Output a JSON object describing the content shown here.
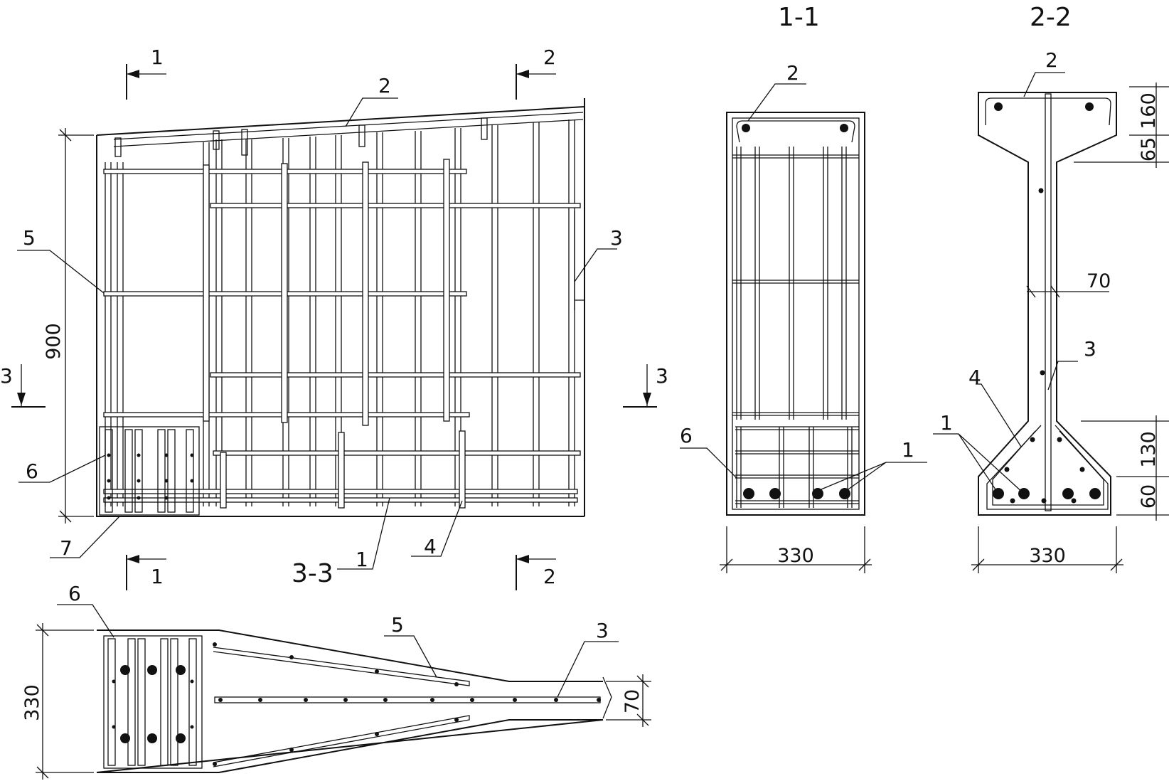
{
  "views": {
    "section_1_1": {
      "title": "1-1",
      "width_dim": "330"
    },
    "section_2_2": {
      "title": "2-2",
      "width_dim": "330",
      "dims": [
        "160",
        "65",
        "70",
        "130",
        "60"
      ]
    },
    "section_3_3": {
      "title": "3-3",
      "width_dim": "330",
      "web_dim": "70"
    },
    "elevation": {
      "height_dim": "900"
    }
  },
  "cut_marks": {
    "cut_1": "1",
    "cut_2": "2",
    "cut_3": "3"
  },
  "callouts": {
    "c1": "1",
    "c2": "2",
    "c3": "3",
    "c4": "4",
    "c5": "5",
    "c6": "6",
    "c7": "7"
  }
}
